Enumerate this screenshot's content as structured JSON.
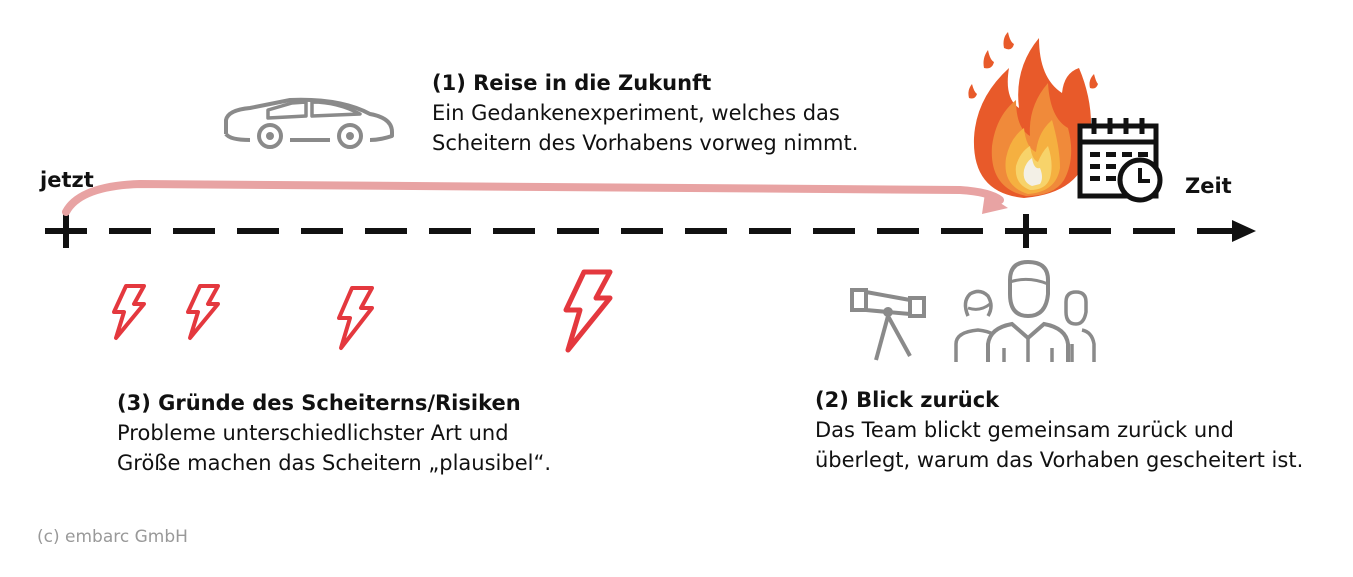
{
  "timeline": {
    "start_label": "jetzt",
    "end_label": "Zeit"
  },
  "step1": {
    "title": "(1) Reise in die Zukunft",
    "lines": [
      "Ein Gedankenexperiment, welches das",
      "Scheitern des Vorhabens vorweg nimmt."
    ]
  },
  "step2": {
    "title": "(2) Blick zurück",
    "lines": [
      "Das Team blickt gemeinsam zurück und",
      "überlegt, warum das Vorhaben gescheitert ist."
    ]
  },
  "step3": {
    "title": "(3) Gründe des Scheiterns/Risiken",
    "lines": [
      "Probleme unterschiedlichster Art und",
      "Größe machen das Scheitern „plausibel“."
    ]
  },
  "footer": {
    "copyright": "(c) embarc GmbH"
  },
  "icons": [
    "car-icon",
    "fire-icon",
    "calendar-clock-icon",
    "telescope-icon",
    "team-icon",
    "lightning-icon"
  ],
  "colors": {
    "arrow": "#e8a3a3",
    "lightning": "#e4383e",
    "icon_gray": "#8a8a8a",
    "timeline": "#111111"
  }
}
